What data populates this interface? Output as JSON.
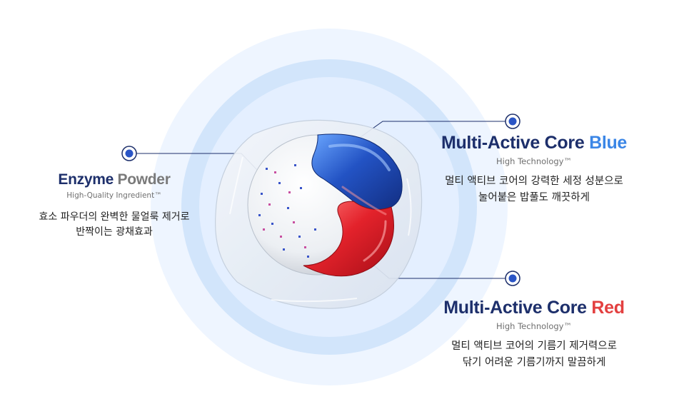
{
  "colors": {
    "navy": "#1d2f6b",
    "blue_accent": "#3b86e6",
    "red_accent": "#e34040",
    "gray_accent": "#7a7a7a",
    "ring_light": "#eef5ff",
    "ring_mid": "#d2e5fb",
    "ring_inner": "#dceafb"
  },
  "features": {
    "enzyme": {
      "title_main": "Enzyme ",
      "title_accent": "Powder",
      "subtitle": "High-Quality Ingredient™",
      "desc_line1": "효소 파우더의 완벽한 물얼룩 제거로",
      "desc_line2": "반짝이는 광채효과"
    },
    "blue": {
      "title_main": "Multi-Active Core ",
      "title_accent": "Blue",
      "subtitle": "High Technology™",
      "desc_line1": "멀티 액티브 코어의 강력한 세정 성분으로",
      "desc_line2": "눌어붙은 밥풀도 깨끗하게"
    },
    "red": {
      "title_main": "Multi-Active Core ",
      "title_accent": "Red",
      "subtitle": "High Technology™",
      "desc_line1": "멀티 액티브 코어의 기름기 제거력으로",
      "desc_line2": "닦기 어려운 기름기까지 말끔하게"
    }
  }
}
